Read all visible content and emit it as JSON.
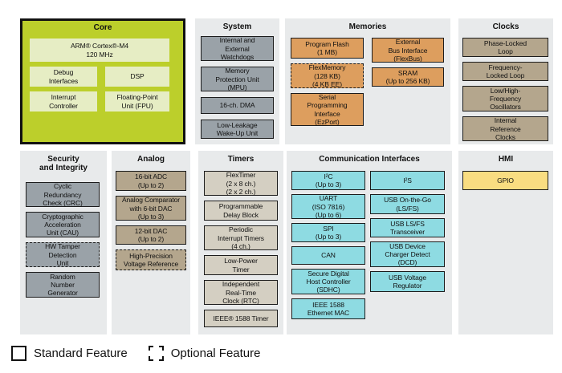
{
  "colors": {
    "core_panel": "#bccf2b",
    "core_inner_block": "#e6edc4",
    "system_security_block": "#9aa2a8",
    "memories_block": "#dd9e5e",
    "clocks_analog_block": "#b4a68d",
    "timers_block": "#d4cfc2",
    "comm_block": "#8edbe2",
    "hmi_block": "#f9dd81",
    "panel_background": "#e8eaeb"
  },
  "panels": {
    "core": {
      "title": "Core",
      "blocks": {
        "arm": "ARM® Cortex®-M4\n120 MHz",
        "debug": "Debug\nInterfaces",
        "dsp": "DSP",
        "interrupt": "Interrupt\nController",
        "fpu": "Floating-Point\nUnit (FPU)"
      }
    },
    "system": {
      "title": "System",
      "blocks": [
        "Internal and\nExternal\nWatchdogs",
        "Memory\nProtection Unit\n(MPU)",
        "16-ch. DMA",
        "Low-Leakage\nWake-Up Unit"
      ]
    },
    "memories": {
      "title": "Memories",
      "blocks": [
        "Program Flash\n(1 MB)",
        "FlexMemory\n(128 KB)\n(4 KB EE)",
        "Serial\nProgramming\nInterface\n(EzPort)",
        "External\nBus Interface\n(FlexBus)",
        "SRAM\n(Up to 256 KB)"
      ]
    },
    "clocks": {
      "title": "Clocks",
      "blocks": [
        "Phase-Locked\nLoop",
        "Frequency-\nLocked Loop",
        "Low/High-\nFrequency\nOscillators",
        "Internal\nReference\nClocks"
      ]
    },
    "security": {
      "title": "Security\nand Integrity",
      "blocks": [
        "Cyclic\nRedundancy\nCheck (CRC)",
        "Cryptographic\nAcceleration\nUnit (CAU)",
        "HW Tamper\nDetection\nUnit",
        "Random\nNumber\nGenerator"
      ]
    },
    "analog": {
      "title": "Analog",
      "blocks": [
        "16-bit ADC\n(Up to 2)",
        "Analog Comparator\nwith 6-bit DAC\n(Up to 3)",
        "12-bit DAC\n(Up to 2)",
        "High-Precision\nVoltage Reference"
      ]
    },
    "timers": {
      "title": "Timers",
      "blocks": [
        "FlexTimer\n(2 x 8 ch.)\n(2 x 2 ch.)",
        "Programmable\nDelay Block",
        "Periodic\nInterrupt Timers\n(4 ch.)",
        "Low-Power\nTimer",
        "Independent\nReal-Time\nClock (RTC)",
        "IEEE® 1588 Timer"
      ]
    },
    "comm": {
      "title": "Communication Interfaces",
      "left": [
        "I²C\n(Up to 3)",
        "UART\n(ISO 7816)\n(Up to 6)",
        "SPI\n(Up to 3)",
        "CAN",
        "Secure Digital\nHost Controller\n(SDHC)",
        "IEEE 1588\nEthernet MAC"
      ],
      "right": [
        "I²S",
        "USB On-the-Go\n(LS/FS)",
        "USB LS/FS\nTransceiver",
        "USB Device\nCharger Detect\n(DCD)",
        "USB Voltage\nRegulator"
      ]
    },
    "hmi": {
      "title": "HMI",
      "blocks": [
        "GPIO"
      ]
    }
  },
  "legend": {
    "standard": "Standard Feature",
    "optional": "Optional Feature"
  }
}
